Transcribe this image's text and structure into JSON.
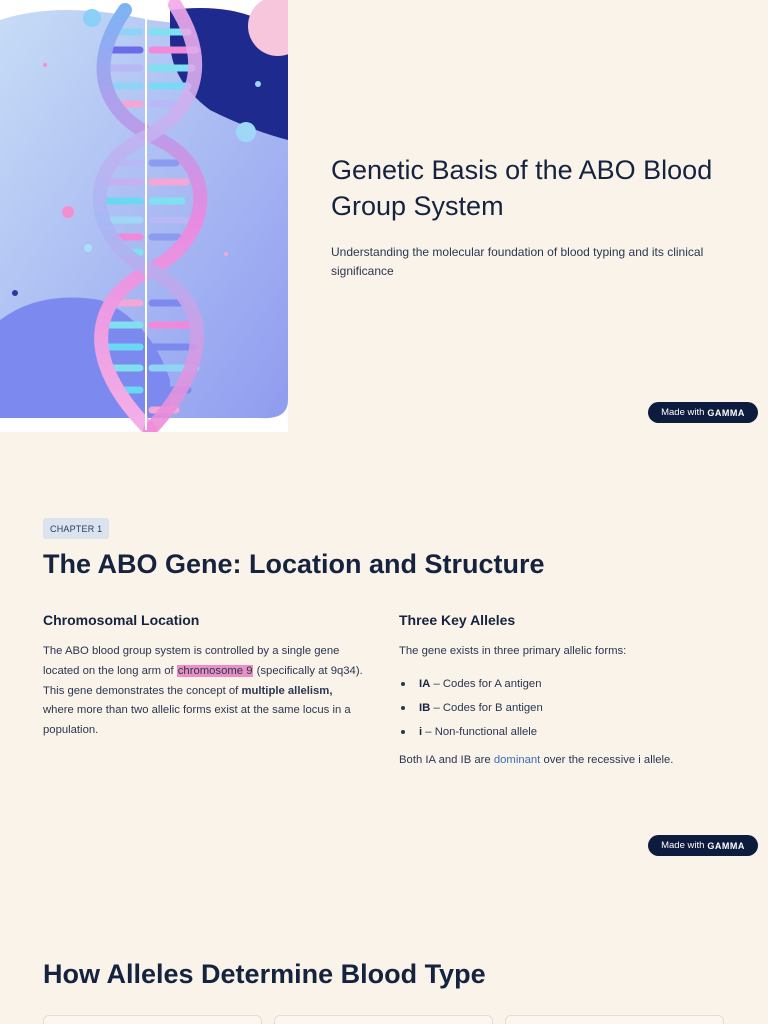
{
  "slide1": {
    "title": "Genetic Basis of the ABO Blood Group System",
    "subtitle": "Understanding the molecular foundation of blood typing and its clinical significance",
    "badge": {
      "made_with": "Made with",
      "brand": "GAMMA"
    }
  },
  "slide2": {
    "chapter": "CHAPTER 1",
    "title": "The ABO Gene: Location and Structure",
    "left": {
      "heading": "Chromosomal Location",
      "p1": "The ABO blood group system is controlled by a single gene located on the long arm of ",
      "highlight": "chromosome 9",
      "p2": " (specifically at 9q34). This gene demonstrates the concept of ",
      "bold": "multiple allelism,",
      "p3": " where more than two allelic forms exist at the same locus in a population."
    },
    "right": {
      "heading": "Three Key Alleles",
      "intro": "The gene exists in three primary allelic forms:",
      "alleles": [
        {
          "name": "IA",
          "desc": " – Codes for A antigen"
        },
        {
          "name": "IB",
          "desc": " – Codes for B antigen"
        },
        {
          "name": "i",
          "desc": " – Non-functional allele"
        }
      ],
      "note_pre": "Both IA and IB are ",
      "note_link": "dominant",
      "note_post": " over the recessive i allele."
    },
    "badge": {
      "made_with": "Made with",
      "brand": "GAMMA"
    }
  },
  "slide3": {
    "title": "How Alleles Determine Blood Type"
  },
  "colors": {
    "background": "#f9f3ea",
    "heading": "#16233f",
    "highlight": "#e98fc4",
    "link": "#3a6db5",
    "badge": "#0d1b3e"
  }
}
